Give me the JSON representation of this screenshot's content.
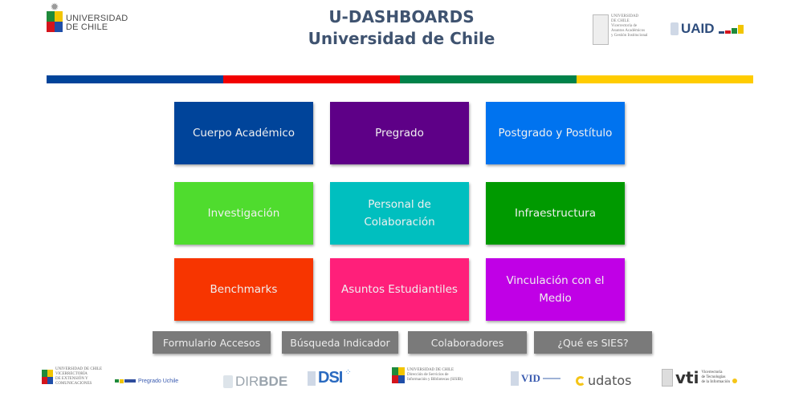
{
  "header": {
    "title_line1": "U-DASHBOARDS",
    "title_line2": "Universidad de Chile",
    "logo_left": {
      "line1": "UNIVERSIDAD",
      "line2": "DE CHILE"
    },
    "logo_vaa": {
      "line1": "UNIVERSIDAD",
      "line2": "DE CHILE",
      "line3": "Vicerrectoría de",
      "line4": "Asuntos Académicos",
      "line5": "y Gestión Institucional"
    },
    "logo_uaid": {
      "text": "UAID"
    }
  },
  "stripe": {
    "colors": [
      "#00449a",
      "#f20000",
      "#00824a",
      "#ffcc00"
    ]
  },
  "tiles": [
    {
      "label": "Cuerpo Académico",
      "color": "#00449a"
    },
    {
      "label": "Pregrado",
      "color": "#5e0087"
    },
    {
      "label": "Postgrado y Postítulo",
      "color": "#0073ef"
    },
    {
      "label": "Investigación",
      "color": "#4fdc2e"
    },
    {
      "label": "Personal de Colaboración",
      "color": "#00bfbf"
    },
    {
      "label": "Infraestructura",
      "color": "#009a00"
    },
    {
      "label": "Benchmarks",
      "color": "#f73500"
    },
    {
      "label": "Asuntos Estudiantiles",
      "color": "#ff1f7a"
    },
    {
      "label": "Vinculación con el Medio",
      "color": "#c000e6"
    }
  ],
  "buttons": [
    {
      "label": "Formulario Accesos"
    },
    {
      "label": "Búsqueda Indicador"
    },
    {
      "label": "Colaboradores"
    },
    {
      "label": "¿Qué es SIES?"
    }
  ],
  "footer_logos": {
    "vexcom": {
      "line1": "UNIVERSIDAD DE CHILE",
      "line2": "VICERRECTORÍA",
      "line3": "DE EXTENSIÓN Y",
      "line4": "COMUNICACIONES"
    },
    "pregrado": {
      "text": "Pregrado Uchile"
    },
    "dirbde": {
      "text_a": "DIR",
      "text_b": "BDE"
    },
    "dsi": {
      "text": "DSI"
    },
    "sisib": {
      "line1": "UNIVERSIDAD DE CHILE",
      "line2": "Dirección de Servicios de",
      "line3": "Información y Bibliotecas (SISIB)"
    },
    "vid": {
      "text": "VID"
    },
    "udatos": {
      "text": "udatos"
    },
    "vti": {
      "text": "vti",
      "line1": "Vicerrectoría",
      "line2": "de Tecnologías",
      "line3": "de la Información"
    }
  }
}
